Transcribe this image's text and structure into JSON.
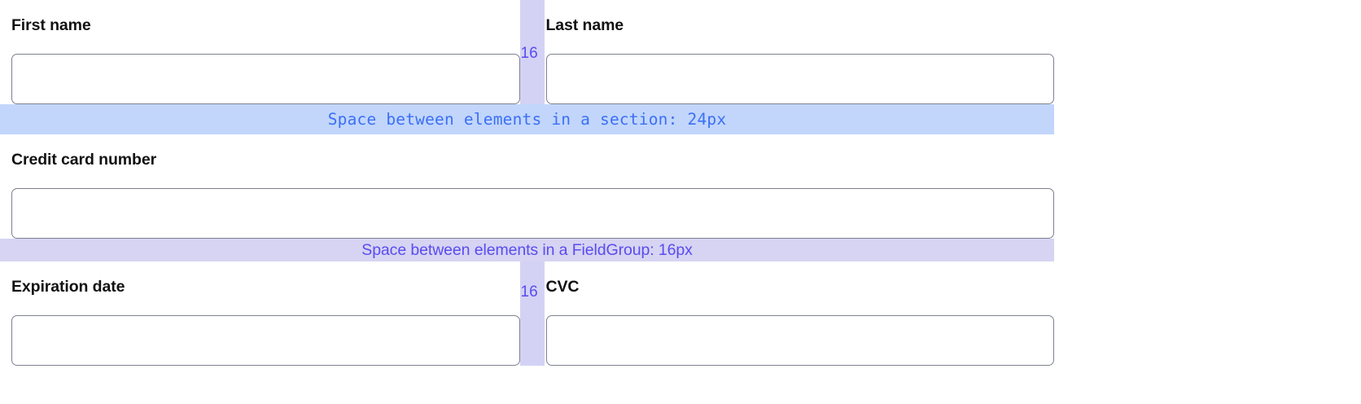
{
  "form": {
    "rows": [
      {
        "type": "pair",
        "left": {
          "label": "First name",
          "value": "",
          "placeholder": ""
        },
        "gap": {
          "label": "16"
        },
        "right": {
          "label": "Last name",
          "value": "",
          "placeholder": ""
        }
      },
      {
        "type": "band-section",
        "text": "Space between elements in a section: 24px"
      },
      {
        "type": "single",
        "field": {
          "label": "Credit card number",
          "value": "",
          "placeholder": ""
        }
      },
      {
        "type": "band-fieldgroup",
        "text": "Space between elements in a FieldGroup: 16px"
      },
      {
        "type": "pair",
        "left": {
          "label": "Expiration date",
          "value": "",
          "placeholder": ""
        },
        "gap": {
          "label": "16"
        },
        "right": {
          "label": "CVC",
          "value": "",
          "placeholder": ""
        }
      }
    ]
  },
  "annotations": {
    "section_space_text": "Space between elements in a section: 24px",
    "fieldgroup_space_text": "Space between elements in a FieldGroup: 16px",
    "gap_value_top": "16",
    "gap_value_bottom": "16"
  },
  "colors": {
    "section_band_bg": "#c2d6fc",
    "section_band_text": "#3b6ff5",
    "fieldgroup_band_bg": "#d6d4f2",
    "fieldgroup_band_text": "#5a4bf0",
    "gap_column_bg": "#d3d2f5",
    "gap_label_text": "#5a4bf0",
    "input_border": "#7e818f",
    "input_bg": "#ffffff",
    "label_text": "#121212",
    "page_bg": "#ffffff"
  }
}
